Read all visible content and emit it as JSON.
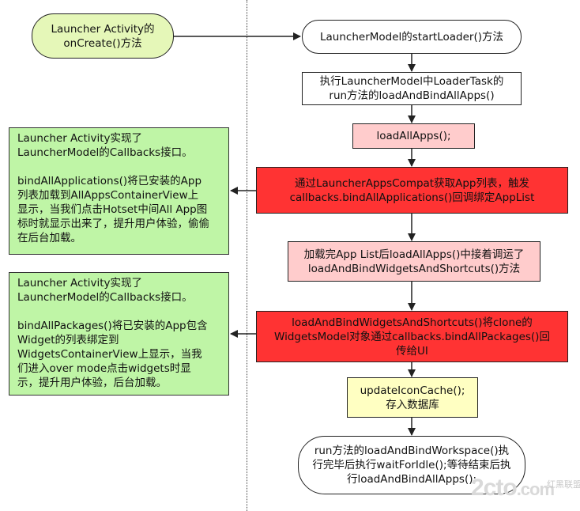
{
  "nodes": {
    "launcher_oncreate": "Launcher Activity的\nonCreate()方法",
    "start_loader": "LauncherModel的startLoader()方法",
    "loader_task": "执行LauncherModel中LoaderTask的\nrun方法的loadAndBindAllApps()",
    "load_all_apps": "loadAllApps();",
    "get_app_list": "通过LauncherAppsCompat获取App列表，触发\ncallbacks.bindAllApplications()回调绑定AppList",
    "bind_widgets_shortcuts": "加载完App List后loadAllApps()中接着调运了\nloadAndBindWidgetsAndShortcuts()方法",
    "clone_widgets_model": "loadAndBindWidgetsAndShortcuts()将clone的\nWidgetsModel对象通过callbacks.bindAllPackages()回\n传给UI",
    "update_icon_cache": "updateIconCache();\n存入数据库",
    "bind_workspace": "run方法的loadAndBindWorkspace()执\n行完毕后执行waitForIdle();等待结束后执\n行loadAndBindAllApps();"
  },
  "notes": {
    "bind_all_applications": "Launcher Activity实现了\nLauncherModel的Callbacks接口。\n\nbindAllApplications()将已安装的App\n列表加载到AllAppsContainerView上\n显示，当我们点击Hotset中间All App图\n标时就显示出来了，提升用户体验，偷偷\n在后台加载。",
    "bind_all_packages": "Launcher Activity实现了\nLauncherModel的Callbacks接口。\n\nbindAllPackages()将已安装的App包含\nWidget的列表绑定到\nWidgetsContainerView上显示，当我\n们进入over mode点击widgets时显\n示，提升用户体验，后台加载。"
  },
  "watermark": {
    "main": "2cto",
    "domain": ".com",
    "sub": "红黑联盟"
  },
  "colors": {
    "oncreate_fill": "#e5f7b8",
    "red": "#ff3333",
    "pink": "#ffcccc",
    "yellow": "#ffffc2",
    "note_green": "#bff5a6"
  }
}
